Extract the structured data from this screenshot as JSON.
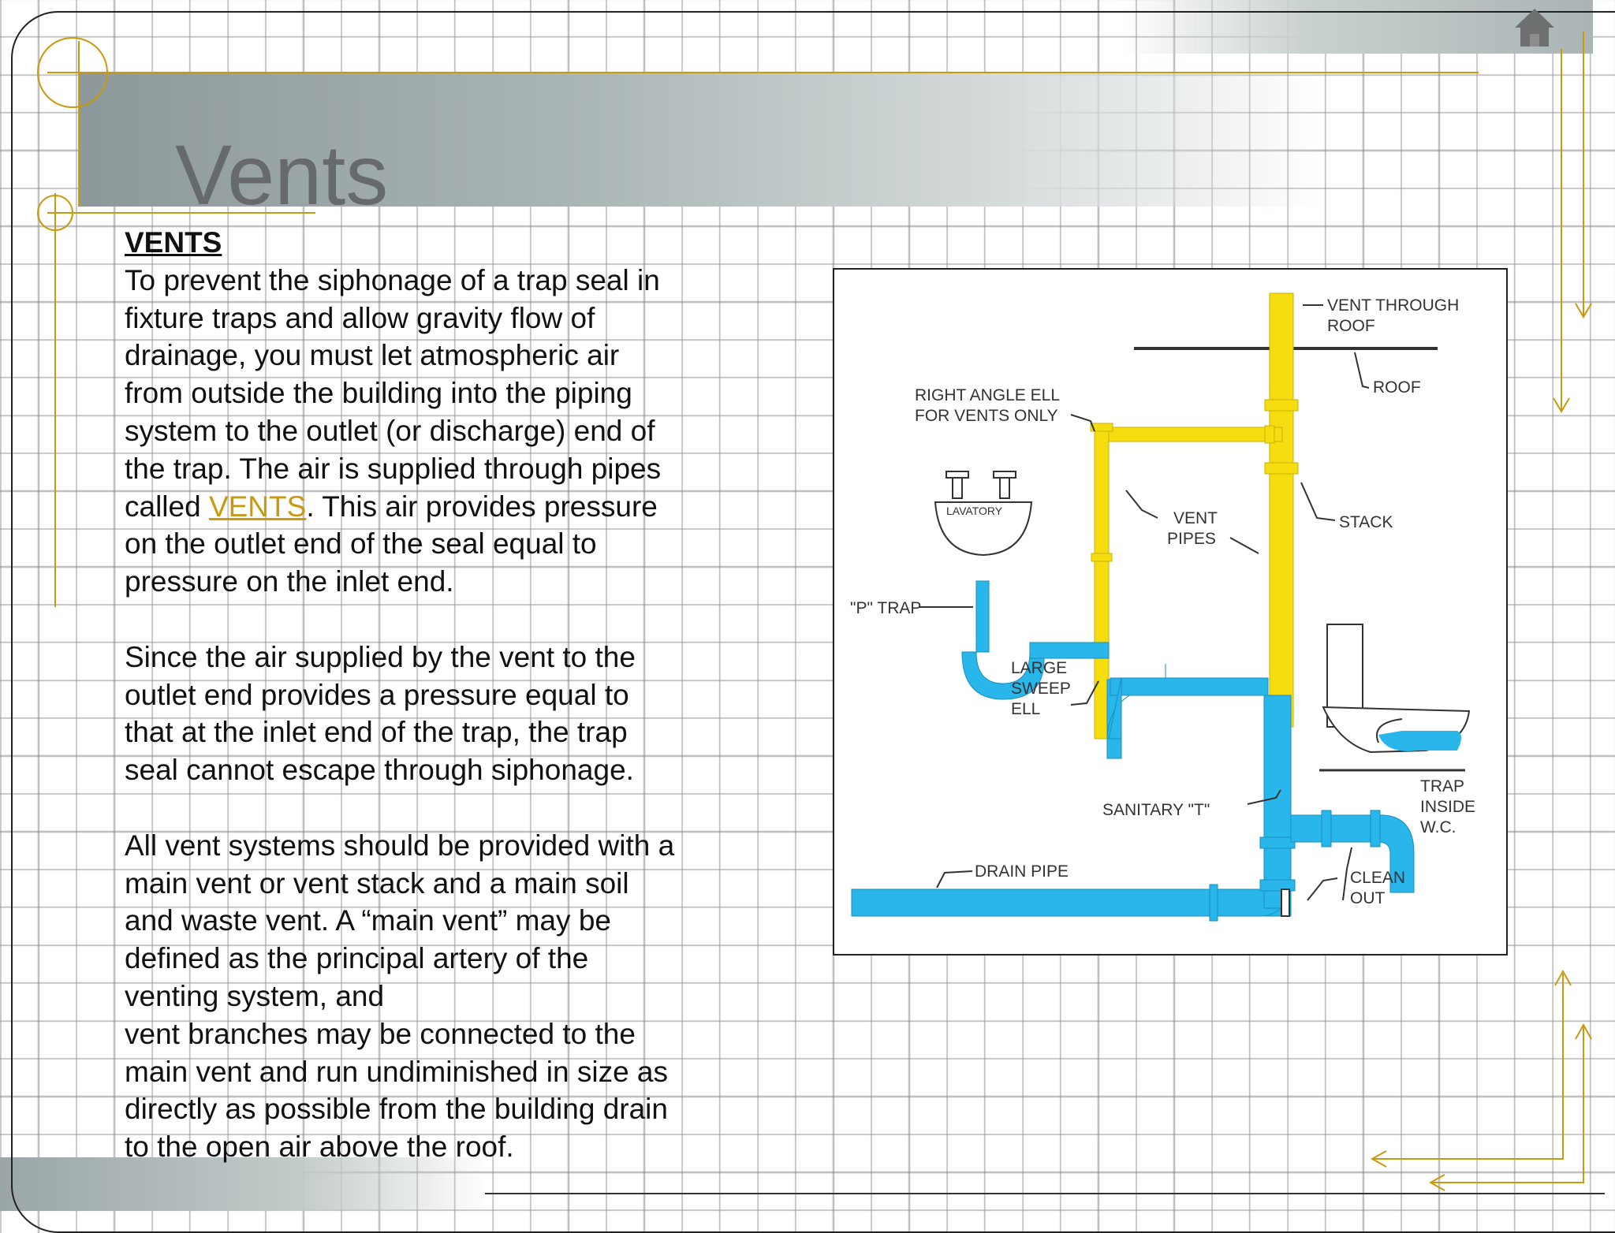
{
  "slide": {
    "title": "Vents",
    "body": {
      "heading": "VENTS",
      "p1": [
        "To prevent the siphonage of a trap seal in",
        "fixture traps and allow gravity flow of",
        "drainage, you must let atmospheric air",
        "from outside the building into the piping",
        "system to the outlet (or discharge) end of",
        "the trap. The air is supplied through pipes"
      ],
      "p1_called": "called ",
      "p1_link": "VENTS",
      "p1_after_link": ". This air provides pressure",
      "p1_end": [
        "on the outlet end of the seal equal to",
        "pressure on the inlet end."
      ],
      "p2": [
        "Since the air supplied by the vent to the",
        "outlet end provides a pressure equal to",
        "that at the inlet end of the trap, the trap",
        "seal cannot escape through siphonage."
      ],
      "p3": [
        "All vent systems should be provided with a",
        "main vent or vent stack and a main soil",
        "and waste vent. A “main vent” may be",
        "defined as the principal artery of the",
        "venting system, and",
        "vent  branches  may  be connected to the",
        "main vent and run undiminished in size as",
        "directly as possible from the building drain",
        "to the open air above the roof."
      ]
    },
    "diagram_labels": {
      "vent_through_roof": [
        "VENT THROUGH",
        "ROOF"
      ],
      "roof": "ROOF",
      "right_angle_ell": [
        "RIGHT ANGLE ELL",
        "FOR VENTS ONLY"
      ],
      "lavatory": "LAVATORY",
      "vent_pipes": [
        "VENT",
        "PIPES"
      ],
      "stack": "STACK",
      "p_trap": "\"P\" TRAP",
      "large_sweep_ell": [
        "LARGE",
        "SWEEP",
        "ELL"
      ],
      "trap_inside_wc": [
        "TRAP",
        "INSIDE",
        "W.C."
      ],
      "sanitary_t": "SANITARY \"T\"",
      "drain_pipe": "DRAIN PIPE",
      "clean_out": [
        "CLEAN",
        "OUT"
      ]
    }
  },
  "nav": {
    "home_icon": "home-icon"
  },
  "colors": {
    "accent": "#c89a10",
    "vent_pipe": "#f6dd10",
    "drain_pipe": "#29b6ea",
    "title_text": "#666a6c"
  }
}
